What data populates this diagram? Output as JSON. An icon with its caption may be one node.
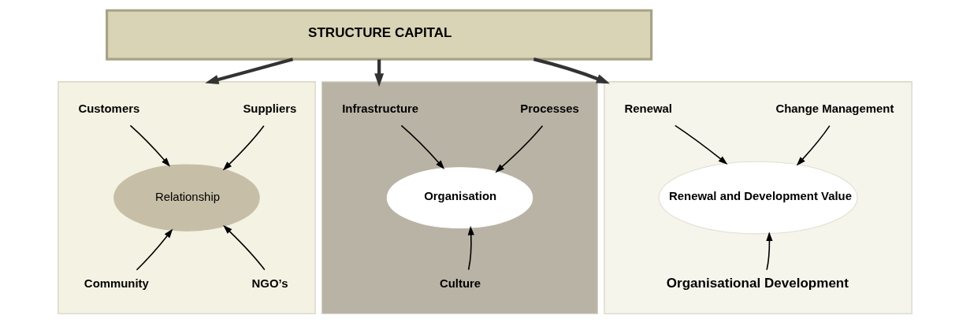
{
  "diagram": {
    "nodes": [
      {
        "text": [
          "STRUCTURE CAPITAL"
        ]
      },
      {
        "text": [],
        "shape": "box"
      },
      {
        "text": [
          "Customers"
        ],
        "in": 1
      },
      {
        "text": [
          "Suppliers"
        ],
        "in": 1
      },
      {
        "text": [
          "Relationship"
        ],
        "in": 1
      },
      {
        "text": [
          "Community"
        ],
        "in": 1
      },
      {
        "text": [
          "NGO’s"
        ],
        "in": 1
      },
      {
        "text": [],
        "shape": "box"
      },
      {
        "text": [
          "Infrastructure"
        ],
        "in": 7
      },
      {
        "text": [
          "Processes"
        ],
        "in": 7
      },
      {
        "text": [
          "Organisation"
        ],
        "in": 7
      },
      {
        "text": [
          "Culture"
        ],
        "in": 7
      },
      {
        "text": [],
        "shape": "box"
      },
      {
        "text": [
          "Renewal"
        ],
        "in": 12
      },
      {
        "text": [
          "Change Management"
        ],
        "in": 12
      },
      {
        "text": [
          "Renewal and Development Value"
        ],
        "in": 12
      },
      {
        "text": [
          "Organisational Development"
        ],
        "in": 12
      }
    ],
    "edges": [
      {
        "from": 0,
        "to": 1,
        "arrow": "to",
        "style": "thick"
      },
      {
        "from": 0,
        "to": 7,
        "arrow": "to",
        "style": "thick"
      },
      {
        "from": 0,
        "to": 12,
        "arrow": "to",
        "style": "thick"
      },
      {
        "from": 2,
        "to": 4,
        "arrow": "to"
      },
      {
        "from": 3,
        "to": 4,
        "arrow": "to"
      },
      {
        "from": 5,
        "to": 4,
        "arrow": "to"
      },
      {
        "from": 6,
        "to": 4,
        "arrow": "to"
      },
      {
        "from": 8,
        "to": 10,
        "arrow": "to"
      },
      {
        "from": 9,
        "to": 10,
        "arrow": "to"
      },
      {
        "from": 11,
        "to": 10,
        "arrow": "to"
      },
      {
        "from": 13,
        "to": 15,
        "arrow": "to"
      },
      {
        "from": 14,
        "to": 15,
        "arrow": "to"
      },
      {
        "from": 16,
        "to": 15,
        "arrow": "to"
      }
    ]
  }
}
